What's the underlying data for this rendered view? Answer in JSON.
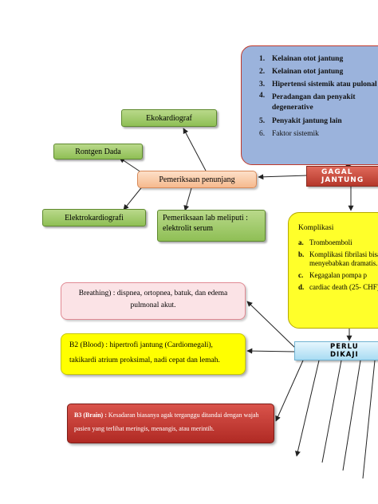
{
  "causes": {
    "items": [
      {
        "num": "1.",
        "text": "Kelainan otot jantung",
        "bold": true
      },
      {
        "num": "2.",
        "text": "Kelainan otot jantung",
        "bold": true
      },
      {
        "num": "3.",
        "text": "Hipertensi sistemik atau pulonal",
        "bold": true
      },
      {
        "num": "4.",
        "text": "Peradangan   dan   penyakit degenerative",
        "bold": true
      },
      {
        "num": "5.",
        "text": "Penyakit jantung lain",
        "bold": true
      },
      {
        "num": "6.",
        "text": "Faktor sistemik",
        "bold": false
      }
    ]
  },
  "main": {
    "title": "GAGAL JANTUNG"
  },
  "penunjang": {
    "label": "Pemeriksaan penunjang",
    "ekokardiograf": "Ekokardiograf",
    "rontgen": "Rontgen Dada",
    "elektrokardiografi": "Elektrokardiografi",
    "lab": "Pemeriksaan lab meliputi : elektrolit serum"
  },
  "komplikasi": {
    "heading": "Komplikasi",
    "items": [
      {
        "num": "a.",
        "text": "Tromboemboli"
      },
      {
        "num": "b.",
        "text": "Komplikasi fibrilasi bisa menyebabkan dramatis."
      },
      {
        "num": "c.",
        "text": "Kegagalan pompa p"
      },
      {
        "num": "d.",
        "text": "cardiac death (25- CHF)."
      }
    ]
  },
  "perlu": {
    "title": "PERLU DIKAJI"
  },
  "b1": {
    "text": "Breathing) : dispnea, ortopnea, batuk, dan edema pulmonal akut."
  },
  "b2": {
    "text": "B2 (Blood) : hipertrofi jantung (Cardiomegali), takikardi atrium proksimal, nadi cepat dan lemah."
  },
  "b3": {
    "label": "B3 (Brain) :",
    "text": " Kesadaran biasanya agak terganggu ditandai dengan wajah pasien yang terlihat meringis, menangis, atau merintih."
  },
  "colors": {
    "cause_fill": "#9bb3dc",
    "main_fill": "#c0392b",
    "komplikasi_fill": "#ffff2a",
    "b2_fill": "#ffff00",
    "b3_fill": "#c0392b",
    "perlu_fill": "#bfe6f7",
    "node_green": "#9bc865"
  }
}
